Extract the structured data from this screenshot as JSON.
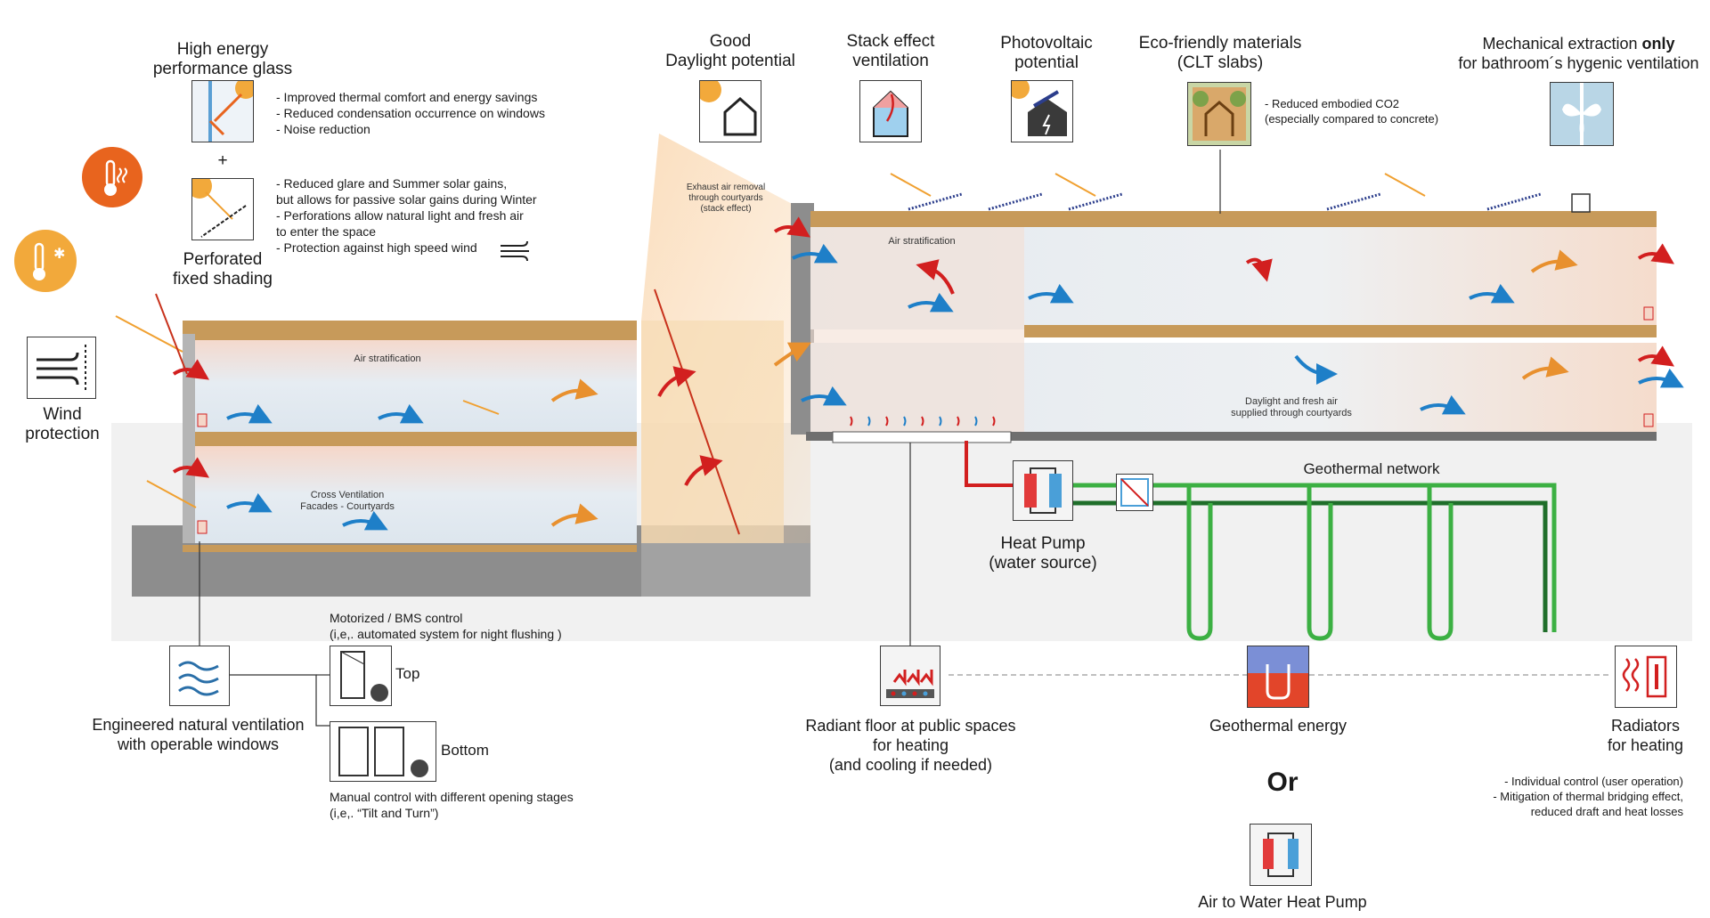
{
  "features": {
    "glass": {
      "title": [
        "High energy",
        "performance glass"
      ],
      "notes": [
        "- Improved thermal comfort and energy savings",
        "- Reduced condensation occurrence on windows",
        "- Noise reduction"
      ]
    },
    "plus": "+",
    "shading": {
      "title": [
        "Perforated",
        "fixed shading"
      ],
      "notes": [
        "- Reduced glare and Summer solar gains,",
        "but allows for passive solar gains during Winter",
        "- Perforations allow natural light and fresh air",
        "to enter the space",
        "- Protection against high speed wind"
      ]
    },
    "wind": {
      "title": [
        "Wind",
        "protection"
      ]
    },
    "daylight": {
      "title": [
        "Good",
        "Daylight potential"
      ]
    },
    "stack": {
      "title": [
        "Stack effect",
        "ventilation"
      ]
    },
    "pv": {
      "title": [
        "Photovoltaic",
        "potential"
      ]
    },
    "eco": {
      "title": [
        "Eco-friendly materials",
        "(CLT slabs)"
      ],
      "notes": [
        "- Reduced embodied CO2",
        "(especially compared to concrete)"
      ]
    },
    "mech": {
      "title_pre": "Mechanical extraction ",
      "title_bold": "only",
      "title_line2": "for bathroom´s hygenic ventilation"
    }
  },
  "section_labels": {
    "exhaust": [
      "Exhaust air removal",
      "through courtyards",
      "(stack effect)"
    ],
    "air_strat_right": "Air stratification",
    "air_strat_left": "Air stratification",
    "cross_vent": [
      "Cross Ventilation",
      "Facades - Courtyards"
    ],
    "daylight_fresh": [
      "Daylight and fresh air",
      "supplied through courtyards"
    ],
    "geothermal_network": "Geothermal network"
  },
  "systems": {
    "heat_pump": [
      "Heat Pump",
      "(water source)"
    ],
    "natural_vent": [
      "Engineered natural ventilation",
      "with operable windows"
    ],
    "motorized": [
      "Motorized / BMS control",
      "(i,e,. automated system for night flushing )"
    ],
    "top": "Top",
    "bottom": "Bottom",
    "manual": [
      "Manual control with different opening stages",
      "(i,e,. “Tilt and Turn”)"
    ],
    "radiant": [
      "Radiant floor at public spaces",
      "for heating",
      "(and cooling if needed)"
    ],
    "geothermal": "Geothermal energy",
    "or": "Or",
    "air_water": "Air to Water Heat Pump",
    "radiators": [
      "Radiators",
      "for heating"
    ],
    "radiator_notes": [
      "- Individual control (user operation)",
      "- Mitigation of thermal bridging effect,",
      "reduced draft and heat losses"
    ]
  },
  "colors": {
    "warm_air": "#d21f1f",
    "cool_air": "#1e7fc8",
    "sun_ray": "#f0a030",
    "geo_light": "#3cb043",
    "geo_dark": "#1f6e2a",
    "slab": "#c79a5a",
    "concrete": "#8d8d8d",
    "hot_icon": "#e8641e",
    "cold_icon": "#f2a93b"
  },
  "icons": [
    "thermometer-heat-icon",
    "thermometer-cold-icon",
    "wind-protection-icon",
    "glass-icon",
    "shading-icon",
    "daylight-icon",
    "stack-effect-icon",
    "photovoltaic-icon",
    "clt-icon",
    "fan-icon",
    "heat-pump-icon",
    "window-vent-icon",
    "radiant-floor-icon",
    "geothermal-icon",
    "radiator-icon",
    "air-water-heat-pump-icon"
  ]
}
